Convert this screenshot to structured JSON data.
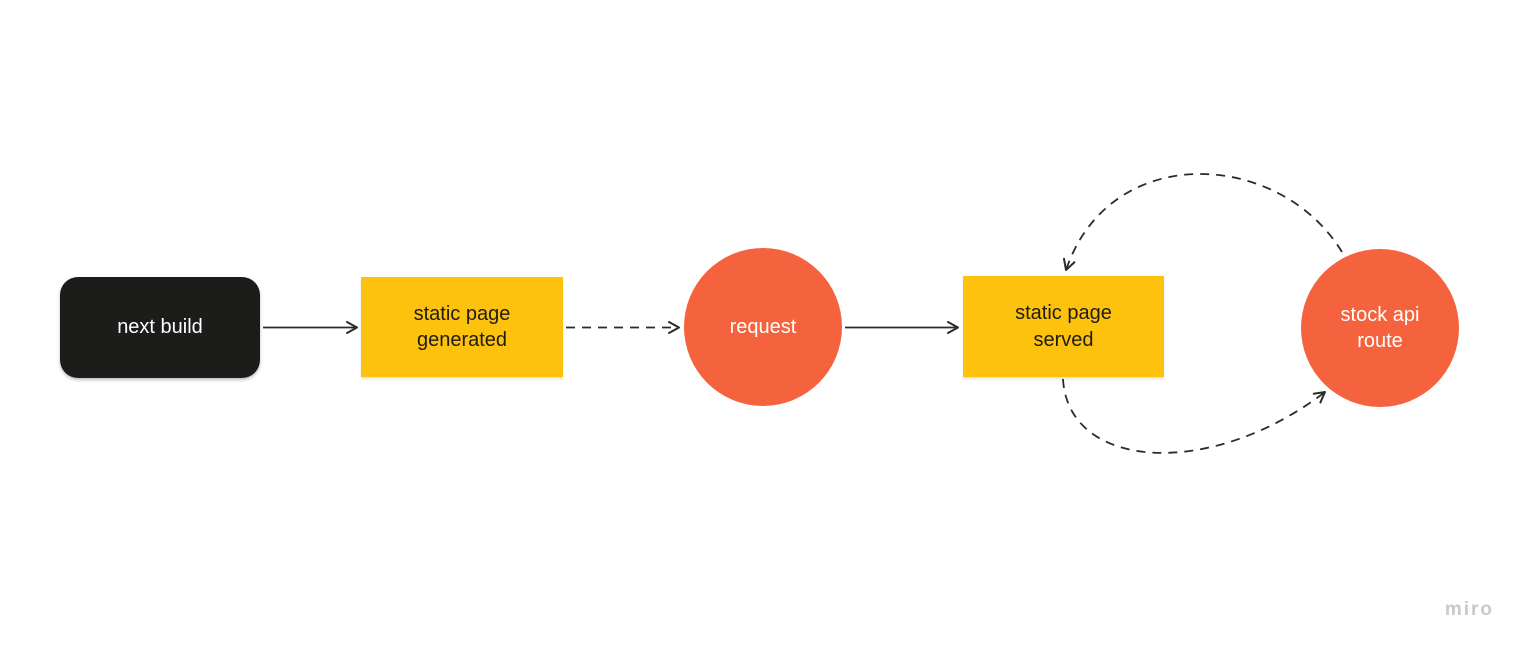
{
  "canvas": {
    "background": "#ffffff",
    "watermark": "miro",
    "watermark_color": "#c6c9ce"
  },
  "colors": {
    "black_node_fill": "#1c1c1b",
    "yellow_node_fill": "#fcc20d",
    "orange_node_fill": "#f4623e",
    "connector_stroke": "#2b2b29",
    "light_text": "#ffffff",
    "dark_text": "#1f1c16"
  },
  "nodes": [
    {
      "id": "next-build",
      "label": "next build",
      "shape": "rounded-rectangle",
      "fill": "#1c1c1b",
      "text_color": "#ffffff"
    },
    {
      "id": "static-page-generated",
      "label": "static page generated",
      "shape": "rectangle",
      "fill": "#fcc20d",
      "text_color": "#1f1c16"
    },
    {
      "id": "request",
      "label": "request",
      "shape": "circle",
      "fill": "#f4623e",
      "text_color": "#ffffff"
    },
    {
      "id": "static-page-served",
      "label": "static page served",
      "shape": "rectangle",
      "fill": "#fcc20d",
      "text_color": "#1f1c16"
    },
    {
      "id": "stock-api-route",
      "label": "stock api route",
      "shape": "circle",
      "fill": "#f4623e",
      "text_color": "#ffffff"
    }
  ],
  "connectors": [
    {
      "from": "next-build",
      "to": "static-page-generated",
      "style": "solid",
      "path": "straight",
      "arrowhead": "open-v at static-page-generated"
    },
    {
      "from": "static-page-generated",
      "to": "request",
      "style": "dashed",
      "path": "straight",
      "arrowhead": "open-v at request"
    },
    {
      "from": "request",
      "to": "static-page-served",
      "style": "solid",
      "path": "straight",
      "arrowhead": "open-v at static-page-served"
    },
    {
      "from": "stock-api-route",
      "to": "static-page-served",
      "style": "dashed",
      "path": "curved-over-top",
      "arrowhead": "open-v at static-page-served top"
    },
    {
      "from": "static-page-served",
      "to": "stock-api-route",
      "style": "dashed",
      "path": "curved-under-bottom",
      "arrowhead": "open-v at stock-api-route bottom"
    }
  ]
}
